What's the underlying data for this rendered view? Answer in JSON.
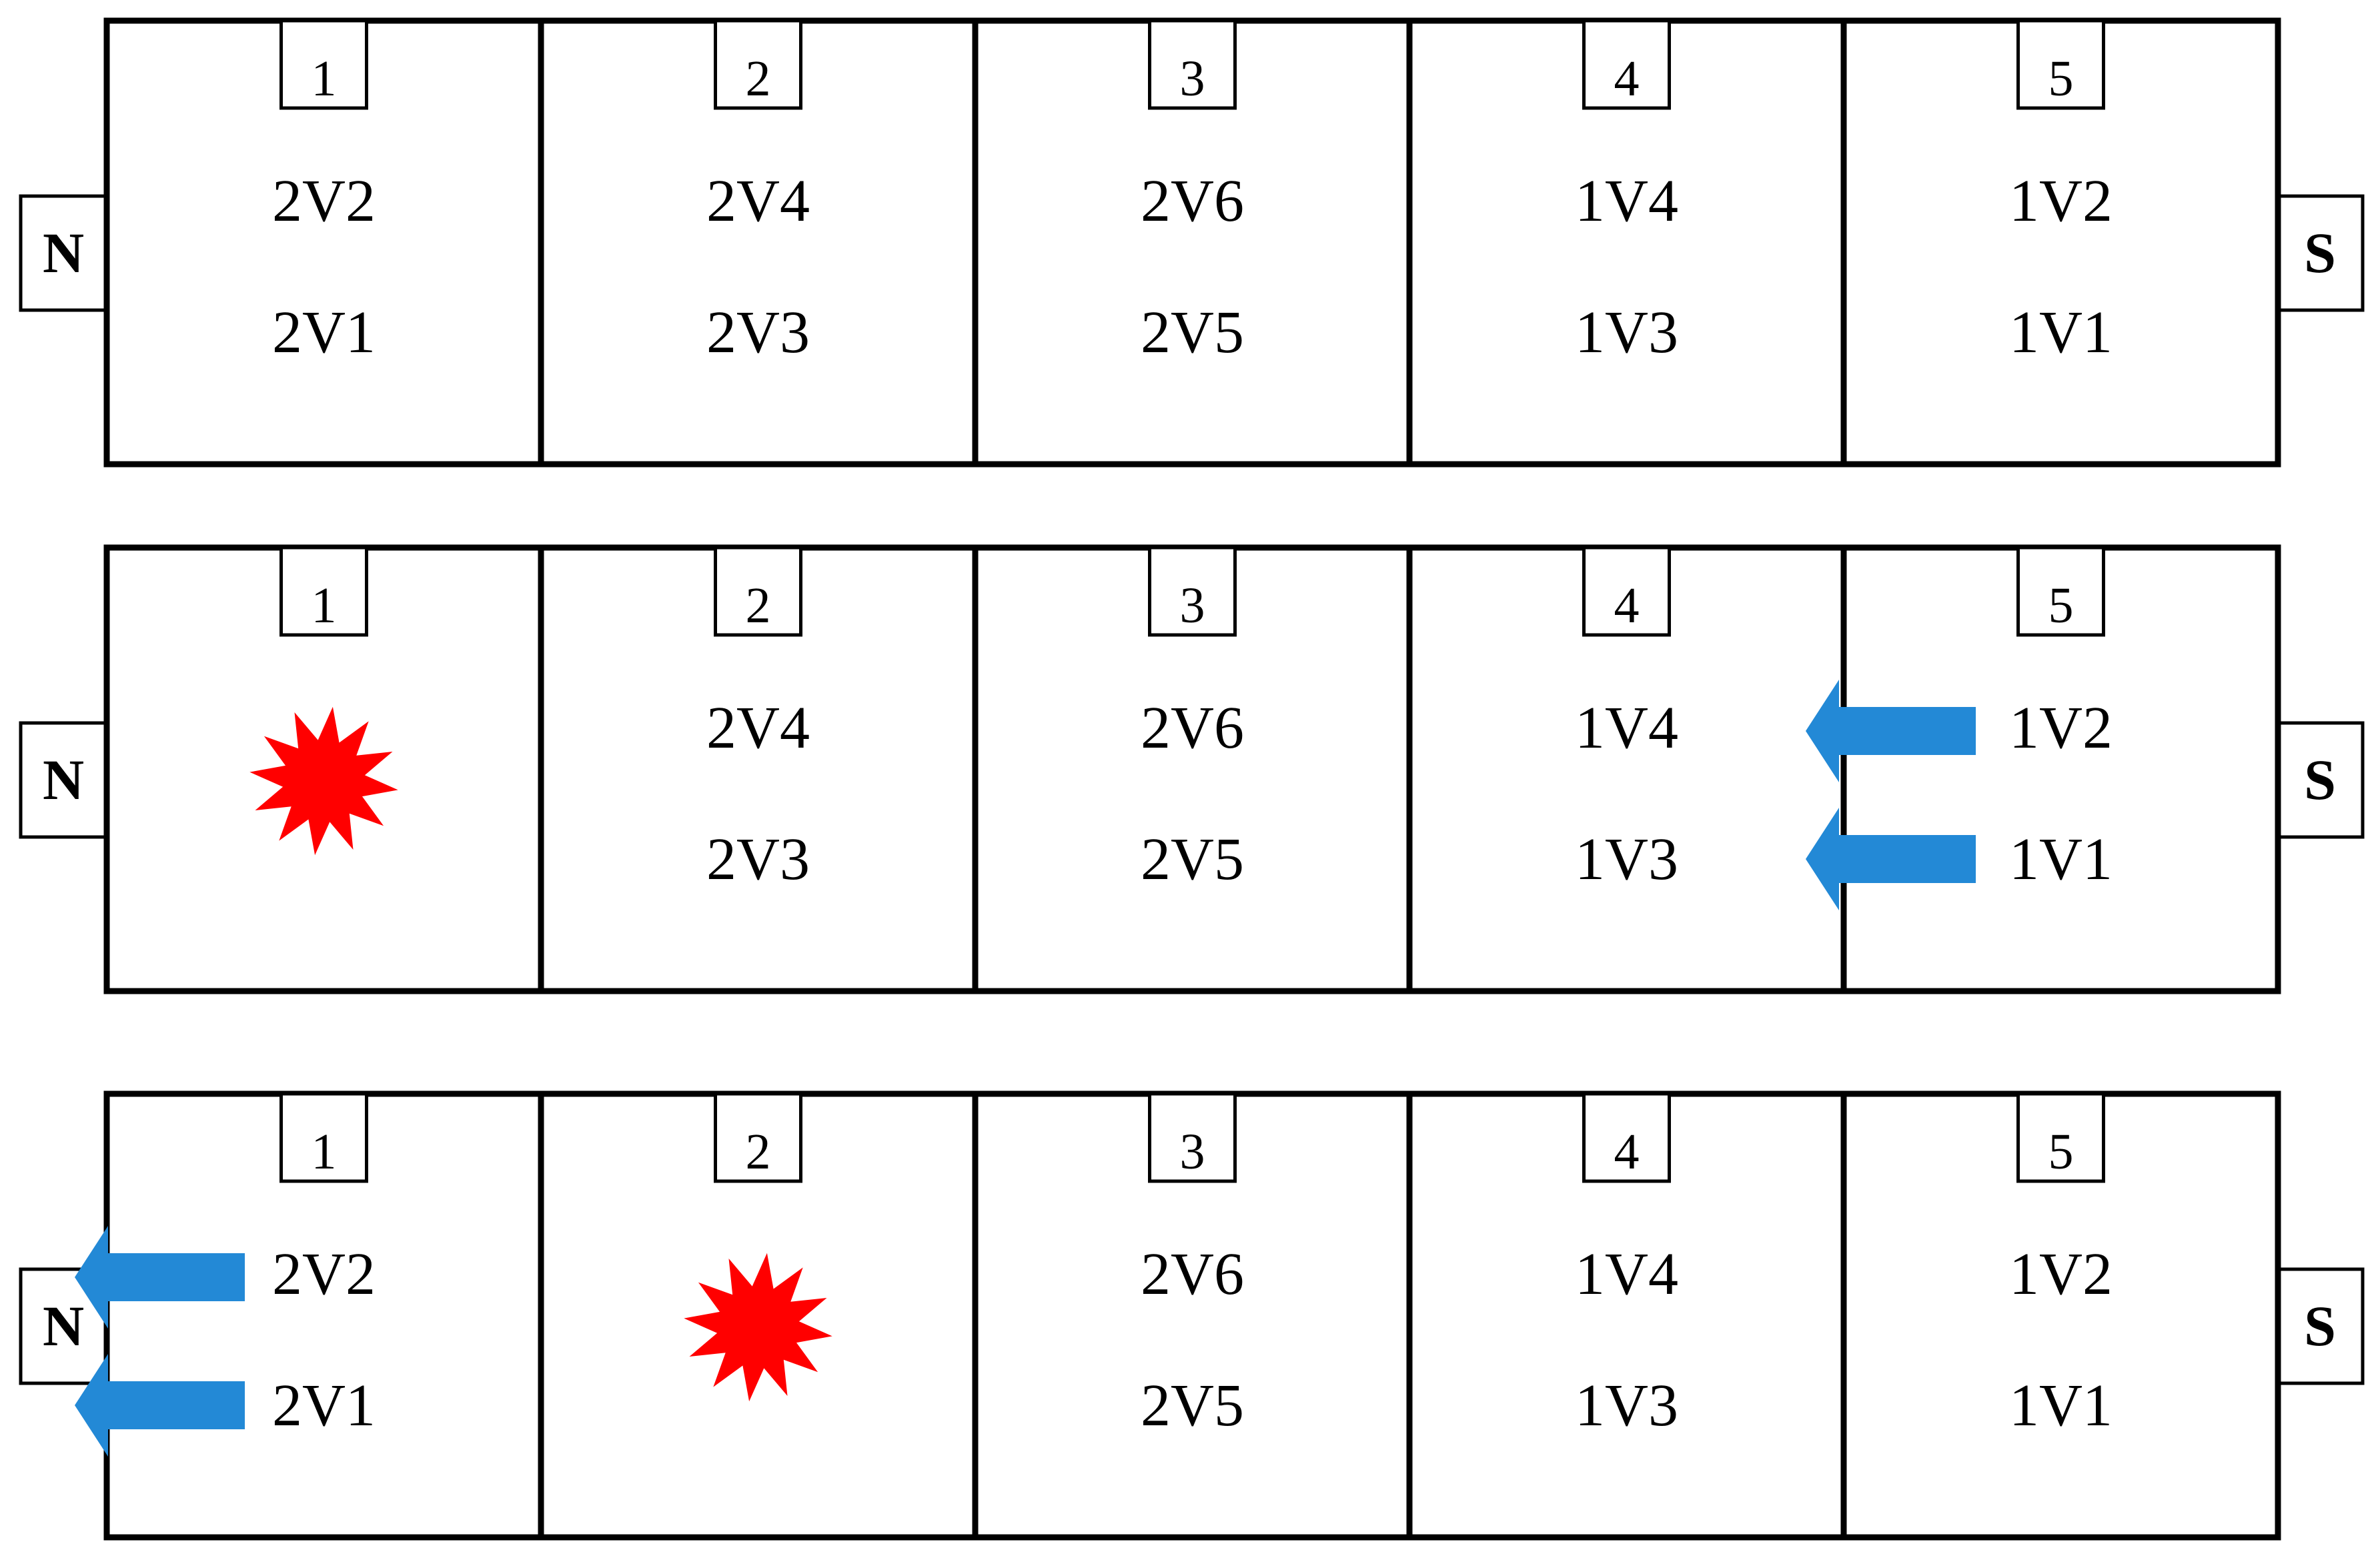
{
  "colors": {
    "outline": "#000000",
    "arrow": "#2389d6",
    "explosion": "#ff0000"
  },
  "icons": {
    "arrow": "arrow-left-icon",
    "explosion": "explosion-icon"
  },
  "rows": [
    {
      "left_end": "N",
      "right_end": "S",
      "cells": [
        {
          "number": "1",
          "top": "2V2",
          "bottom": "2V1",
          "explosion": false,
          "arrows": false
        },
        {
          "number": "2",
          "top": "2V4",
          "bottom": "2V3",
          "explosion": false,
          "arrows": false
        },
        {
          "number": "3",
          "top": "2V6",
          "bottom": "2V5",
          "explosion": false,
          "arrows": false
        },
        {
          "number": "4",
          "top": "1V4",
          "bottom": "1V3",
          "explosion": false,
          "arrows": false
        },
        {
          "number": "5",
          "top": "1V2",
          "bottom": "1V1",
          "explosion": false,
          "arrows": false
        }
      ]
    },
    {
      "left_end": "N",
      "right_end": "S",
      "cells": [
        {
          "number": "1",
          "top": "",
          "bottom": "",
          "explosion": true,
          "arrows": false
        },
        {
          "number": "2",
          "top": "2V4",
          "bottom": "2V3",
          "explosion": false,
          "arrows": false
        },
        {
          "number": "3",
          "top": "2V6",
          "bottom": "2V5",
          "explosion": false,
          "arrows": false
        },
        {
          "number": "4",
          "top": "1V4",
          "bottom": "1V3",
          "explosion": false,
          "arrows": false
        },
        {
          "number": "5",
          "top": "1V2",
          "bottom": "1V1",
          "explosion": false,
          "arrows": true
        }
      ]
    },
    {
      "left_end": "N",
      "right_end": "S",
      "cells": [
        {
          "number": "1",
          "top": "2V2",
          "bottom": "2V1",
          "explosion": false,
          "arrows": true
        },
        {
          "number": "2",
          "top": "",
          "bottom": "",
          "explosion": true,
          "arrows": false
        },
        {
          "number": "3",
          "top": "2V6",
          "bottom": "2V5",
          "explosion": false,
          "arrows": false
        },
        {
          "number": "4",
          "top": "1V4",
          "bottom": "1V3",
          "explosion": false,
          "arrows": false
        },
        {
          "number": "5",
          "top": "1V2",
          "bottom": "1V1",
          "explosion": false,
          "arrows": false
        }
      ]
    }
  ]
}
